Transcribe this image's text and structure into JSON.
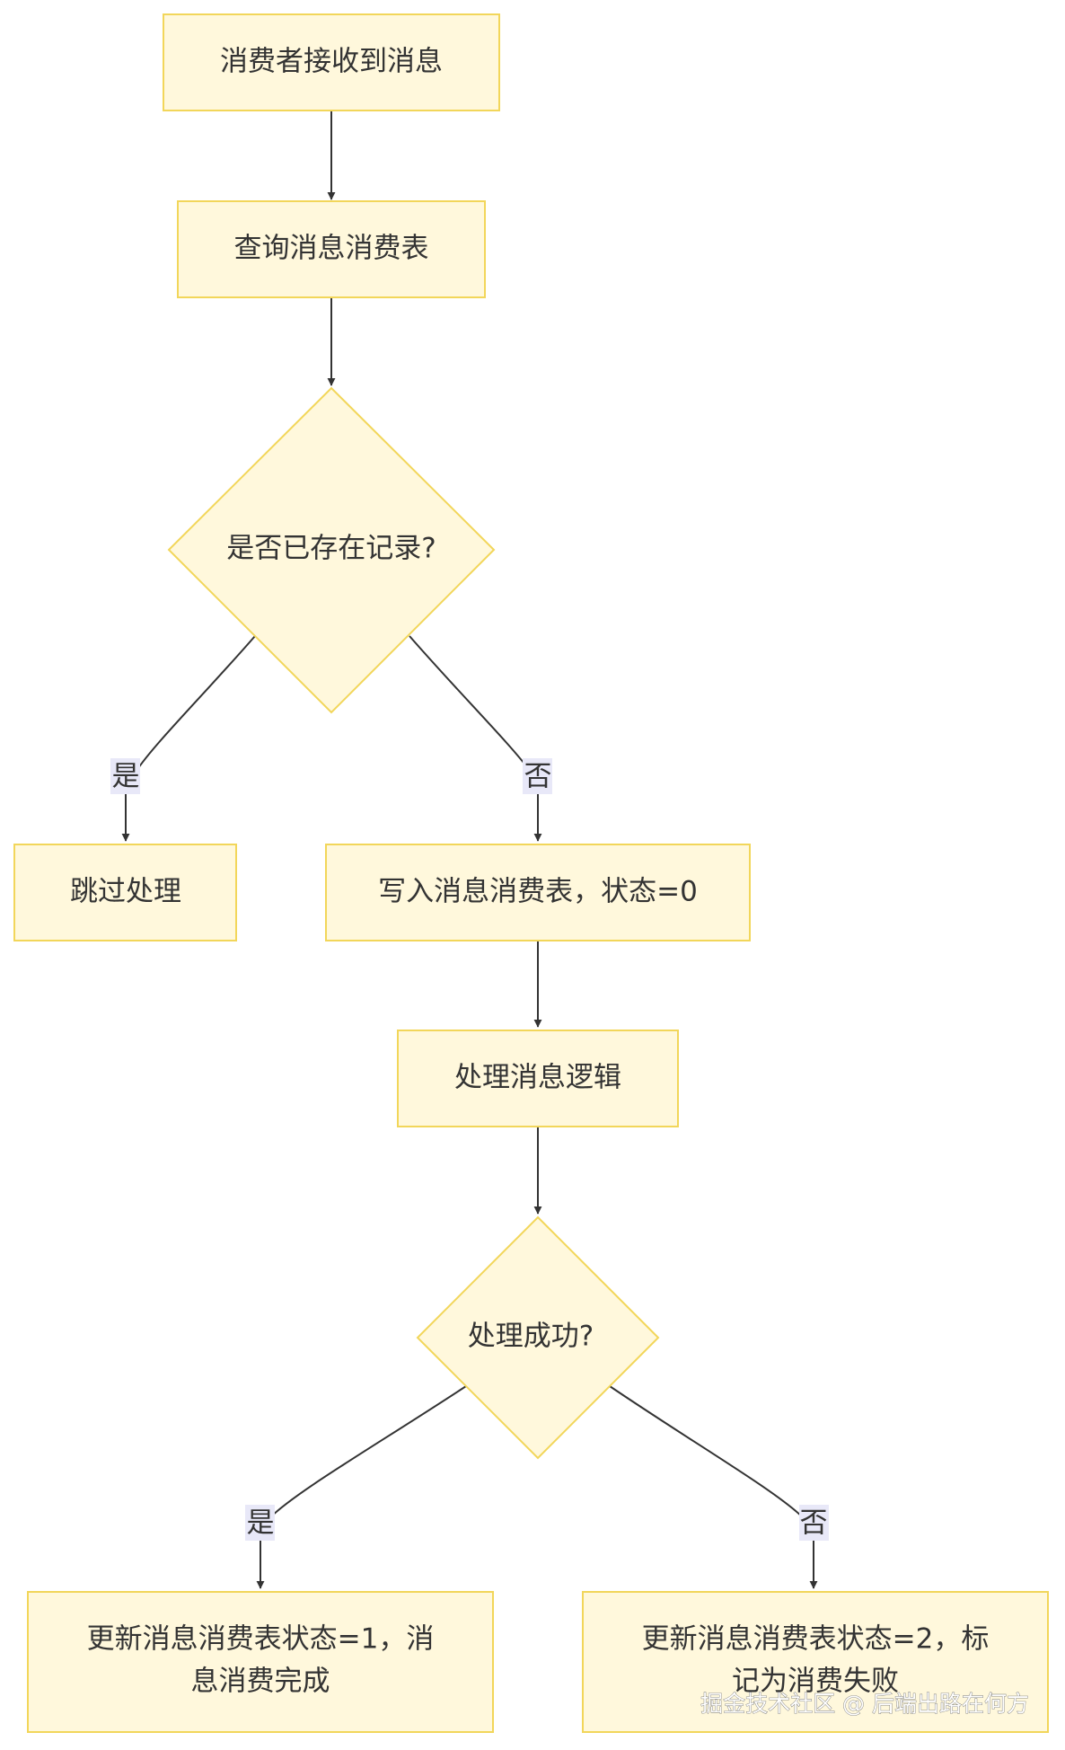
{
  "colors": {
    "node_fill": "#FFF8DC",
    "node_stroke": "#F2D65A",
    "edge": "#333333",
    "edge_label_bg": "#E8E8F8",
    "text": "#333333"
  },
  "nodes": {
    "receive": {
      "label": "消费者接收到消息"
    },
    "query": {
      "label": "查询消息消费表"
    },
    "exists_decision": {
      "label": "是否已存在记录?"
    },
    "skip": {
      "label": "跳过处理"
    },
    "insert": {
      "label": "写入消息消费表，状态=0"
    },
    "process": {
      "label": "处理消息逻辑"
    },
    "success_decision": {
      "label": "处理成功?"
    },
    "mark_done": {
      "line1": "更新消息消费表状态=1，消",
      "line2": "息消费完成"
    },
    "mark_failed": {
      "line1": "更新消息消费表状态=2，标",
      "line2": "记为消费失败"
    }
  },
  "edge_labels": {
    "exists_yes": "是",
    "exists_no": "否",
    "success_yes": "是",
    "success_no": "否"
  },
  "watermark": "掘金技术社区 @ 后端出路在何方"
}
